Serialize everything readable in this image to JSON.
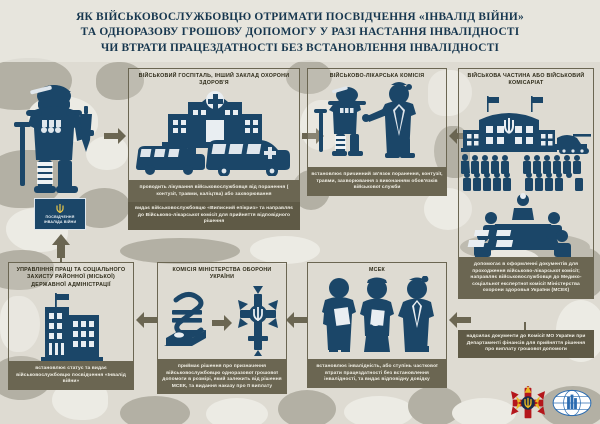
{
  "title": {
    "line1": "ЯК ВІЙСЬКОВОСЛУЖБОВЦЮ ОТРИМАТИ ПОСВІДЧЕННЯ «ІНВАЛІД ВІЙНИ»",
    "line2": "ТА ОДНОРАЗОВУ ГРОШОВУ ДОПОМОГУ У РАЗІ НАСТАННЯ ІНВАЛІДНОСТІ",
    "line3": "ЧИ ВТРАТИ ПРАЦЕЗДАТНОСТІ БЕЗ ВСТАНОВЛЕННЯ  ІНВАЛІДНОСТІ"
  },
  "id_card": {
    "line1": "ПОСВІДЧЕННЯ",
    "line2": "ІНВАЛІДА ВІЙНИ",
    "emblem": "ukraine-trident-emblem"
  },
  "panels": {
    "hospital": {
      "header": "ВІЙСЬКОВИЙ ГОСПІТАЛЬ, ІНШИЙ ЗАКЛАД ОХОРОНИ ЗДОРОВ'Я",
      "caption1": "проводить лікування військовослужбовця від поранення ( контузії, травми, каліцтва) або захворювання",
      "caption2": "видає військовослужбовцю «Виписний епікриз» та направляє до Військово-лікарської комісії для прийняття відповідного рішення",
      "art": "hospital-building-with-ambulances"
    },
    "vlk": {
      "header": "ВІЙСЬКОВО-ЛІКАРСЬКА КОМІСІЯ",
      "caption1": "встановлює причинний зв'язок поранення, контузії, травми, захворювання з виконанням обов'язків військової служби",
      "art": "wounded-soldier-and-officer"
    },
    "unit": {
      "header": "ВІЙСЬКОВА ЧАСТИНА АБО ВІЙСЬКОВИЙ КОМІСАРІАТ",
      "caption1": "допомогає в оформленні документів для проходження військово-лікарської комісії; направляє військовослужбовця до Медико-соціальної експертної комісії Міністерства охорони здоровья України (МСЕК)",
      "caption2": "надсилає документи до Комісії МО України при Департаменті фінансів для прийняття рішення про виплату грошової допомоги",
      "art": "military-headquarters-troops-and-meeting-table"
    },
    "msek": {
      "header": "МСЕК",
      "caption1": "встановлює інвалідність, або ступінь часткової втрати працездатності без встановлення інвалідності, та видає відповідну довідку",
      "art": "three-medical-commission-members"
    },
    "mod": {
      "header": "КОМІСІЯ МІНІСТЕРСТВА ОБОРОНИ УКРАЇНИ",
      "caption1": "приймає рішення про призначення військовослужбовцю одноразової грошової допомоги в розмірі, який залежить від рішення МСЕК, та видання наказу про її виплату",
      "art": "hryvnia-money-and-mod-cross-emblem"
    },
    "social": {
      "header": "УПРАВЛІННЯ ПРАЦІ ТА СОЦІАЛЬНОГО ЗАХИСТУ РАЙОННОЇ (МІСЬКОЇ) ДЕРЖАВНОЇ АДМІНІСТРАЦІЇ",
      "caption1": "встановлює статус та видає військовослужбовцю посвідчення «Інвалід війни»",
      "art": "administration-building-with-flag"
    }
  },
  "logos": [
    {
      "name": "armed-forces-of-ukraine-emblem"
    },
    {
      "name": "veterans-organization-emblem"
    }
  ],
  "colors": {
    "navy": "#1b4668",
    "olive": "#6b6652",
    "camo_base": "#dedbd2",
    "camo_dark": "#b3b0a4",
    "title_text": "#17374f"
  }
}
